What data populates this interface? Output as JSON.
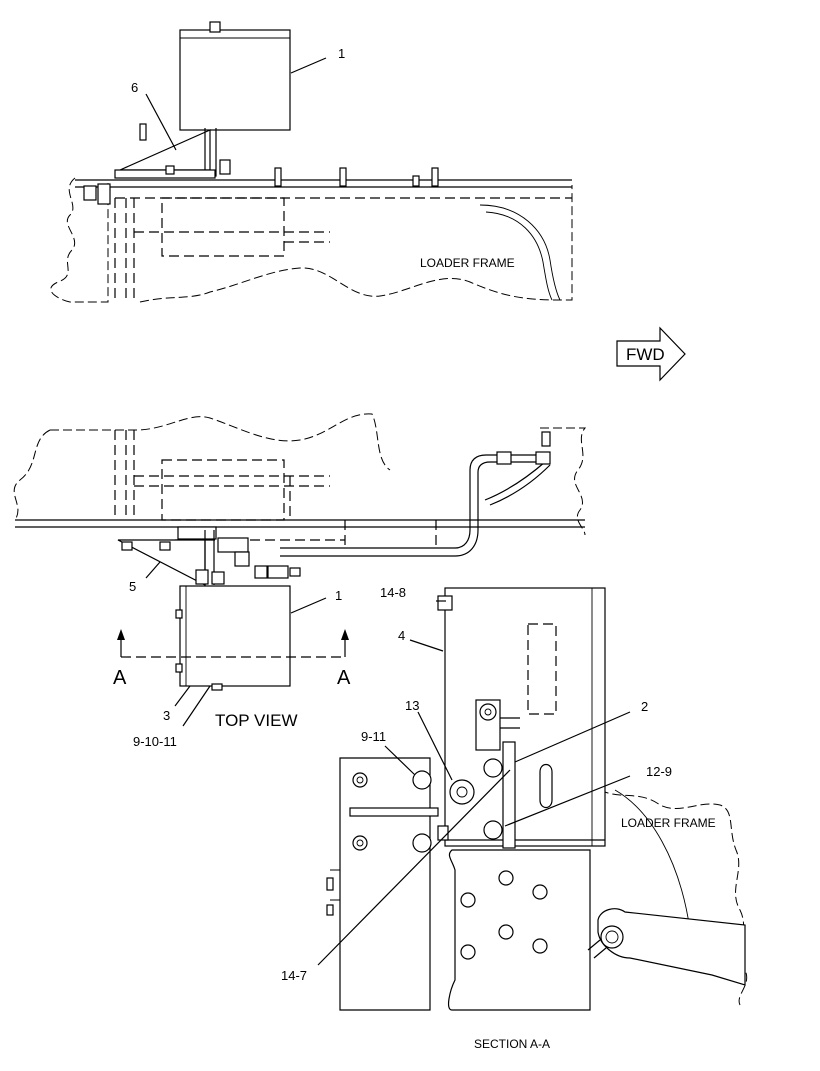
{
  "labels": {
    "top_1": "1",
    "top_6": "6",
    "loader_frame_top": "LOADER FRAME",
    "fwd": "FWD",
    "mid_5": "5",
    "mid_1": "1",
    "mid_14_8": "14-8",
    "mid_4": "4",
    "section_a_left": "A",
    "section_a_right": "A",
    "mid_3": "3",
    "mid_9_10_11": "9-10-11",
    "top_view": "TOP VIEW",
    "sec_13": "13",
    "sec_2": "2",
    "sec_9_11": "9-11",
    "sec_12_9": "12-9",
    "loader_frame_section": "LOADER FRAME",
    "sec_14_7": "14-7",
    "section_title": "SECTION A-A"
  }
}
